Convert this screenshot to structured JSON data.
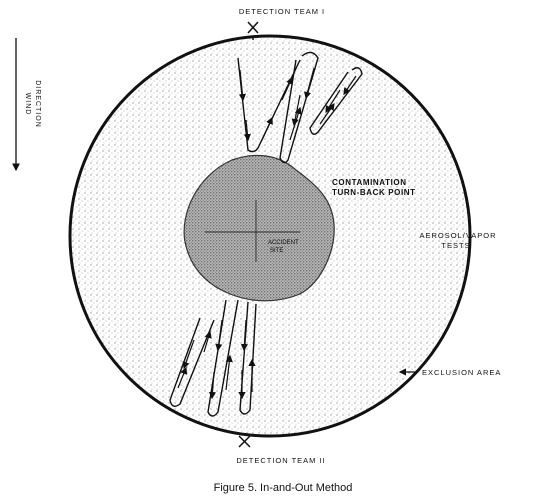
{
  "labels": {
    "team1": "DETECTION TEAM I",
    "team2": "DETECTION TEAM II",
    "wind1": "WIND",
    "wind2": "DIRECTION",
    "contamination1": "CONTAMINATION",
    "contamination2": "TURN-BACK POINT",
    "aerosol1": "AEROSOL/VAPOR",
    "aerosol2": "TESTS",
    "accident1": "ACCIDENT",
    "accident2": "SITE",
    "exclusion": "EXCLUSION AREA"
  },
  "caption": "Figure 5.  In-and-Out Method"
}
